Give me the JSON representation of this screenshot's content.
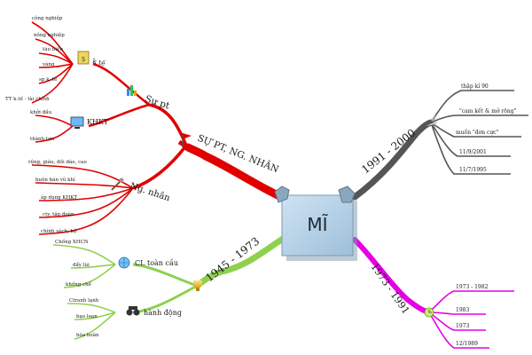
{
  "center": {
    "title": "MĨ"
  },
  "branches": {
    "red": {
      "color": "#e00000",
      "label": "SỰ PT, NG. NHÂN",
      "su_pt": {
        "label": "Sự pt",
        "kte": {
          "label": "k tế",
          "items": [
            "công nghiệp",
            "nông nghiệp",
            "tàu biển",
            "vàng",
            "sp k. tế",
            "TT k.tế - tài chính"
          ]
        },
        "khkt": {
          "label": "KHKT",
          "items": [
            "khởi đầu",
            "thành tựu"
          ]
        }
      },
      "ng_nhan": {
        "label": "Ng. nhân",
        "items": [
          "rộng, giàu, dồi dào, cao",
          "buôn bán vũ khí",
          "áp dụng KHKT",
          "cty, tập đoàn",
          "chính sách, bộ"
        ]
      }
    },
    "green": {
      "color": "#8fd14f",
      "label": "1945 - 1973",
      "cl": {
        "label": "CL toàn cầu",
        "items": [
          "Chống XHCN",
          "đẩy lùi",
          "khống chế"
        ]
      },
      "hd": {
        "label": "hành động",
        "items": [
          "Ctranh lạnh",
          "bạo loạn",
          "hòa hoãn"
        ]
      }
    },
    "gray": {
      "color": "#555555",
      "label": "1991 - 2000",
      "items": [
        "thập kỉ 90",
        "\"cam kết & mở rộng\"",
        "muốn \"đơn cực\"",
        "11/9/2001",
        "11/7/1995"
      ]
    },
    "magenta": {
      "color": "#e600e6",
      "label": "1973 - 1991",
      "items": [
        "1973 - 1982",
        "1983",
        "1973",
        "12/1989"
      ]
    }
  },
  "icons": [
    "gear-icon",
    "flag-icon",
    "bar-chart-icon",
    "dollar-book-icon",
    "computer-icon",
    "tools-icon",
    "globe-icon",
    "trophy-icon",
    "binoculars-icon",
    "plane-icon",
    "clock-icon"
  ]
}
